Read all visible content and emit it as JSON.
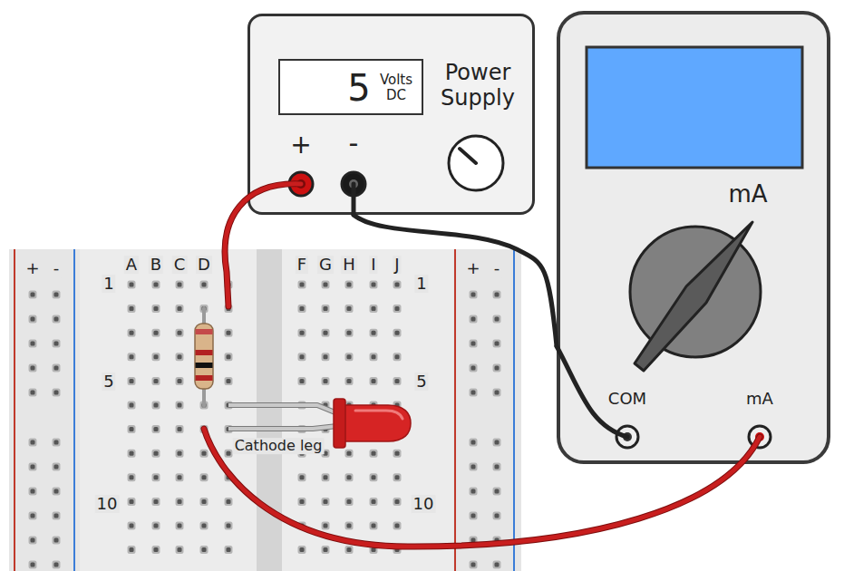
{
  "diagram": {
    "nodes": [
      {
        "text": [
          "Power Supply",
          "+",
          "-"
        ]
      },
      {
        "text": [
          "5",
          "Volts DC"
        ],
        "in": 0
      },
      {
        "text": [
          "mA",
          "COM",
          "mA"
        ]
      }
    ],
    "edges": [
      {
        "from": 0,
        "to": 2,
        "arrow": "none"
      }
    ],
    "labels": [
      "+",
      "-",
      "A",
      "B",
      "C",
      "D",
      "F",
      "G",
      "H",
      "I",
      "J",
      "1",
      "5",
      "10",
      "1",
      "5",
      "10",
      "+",
      "-",
      "Cathode leg"
    ]
  }
}
